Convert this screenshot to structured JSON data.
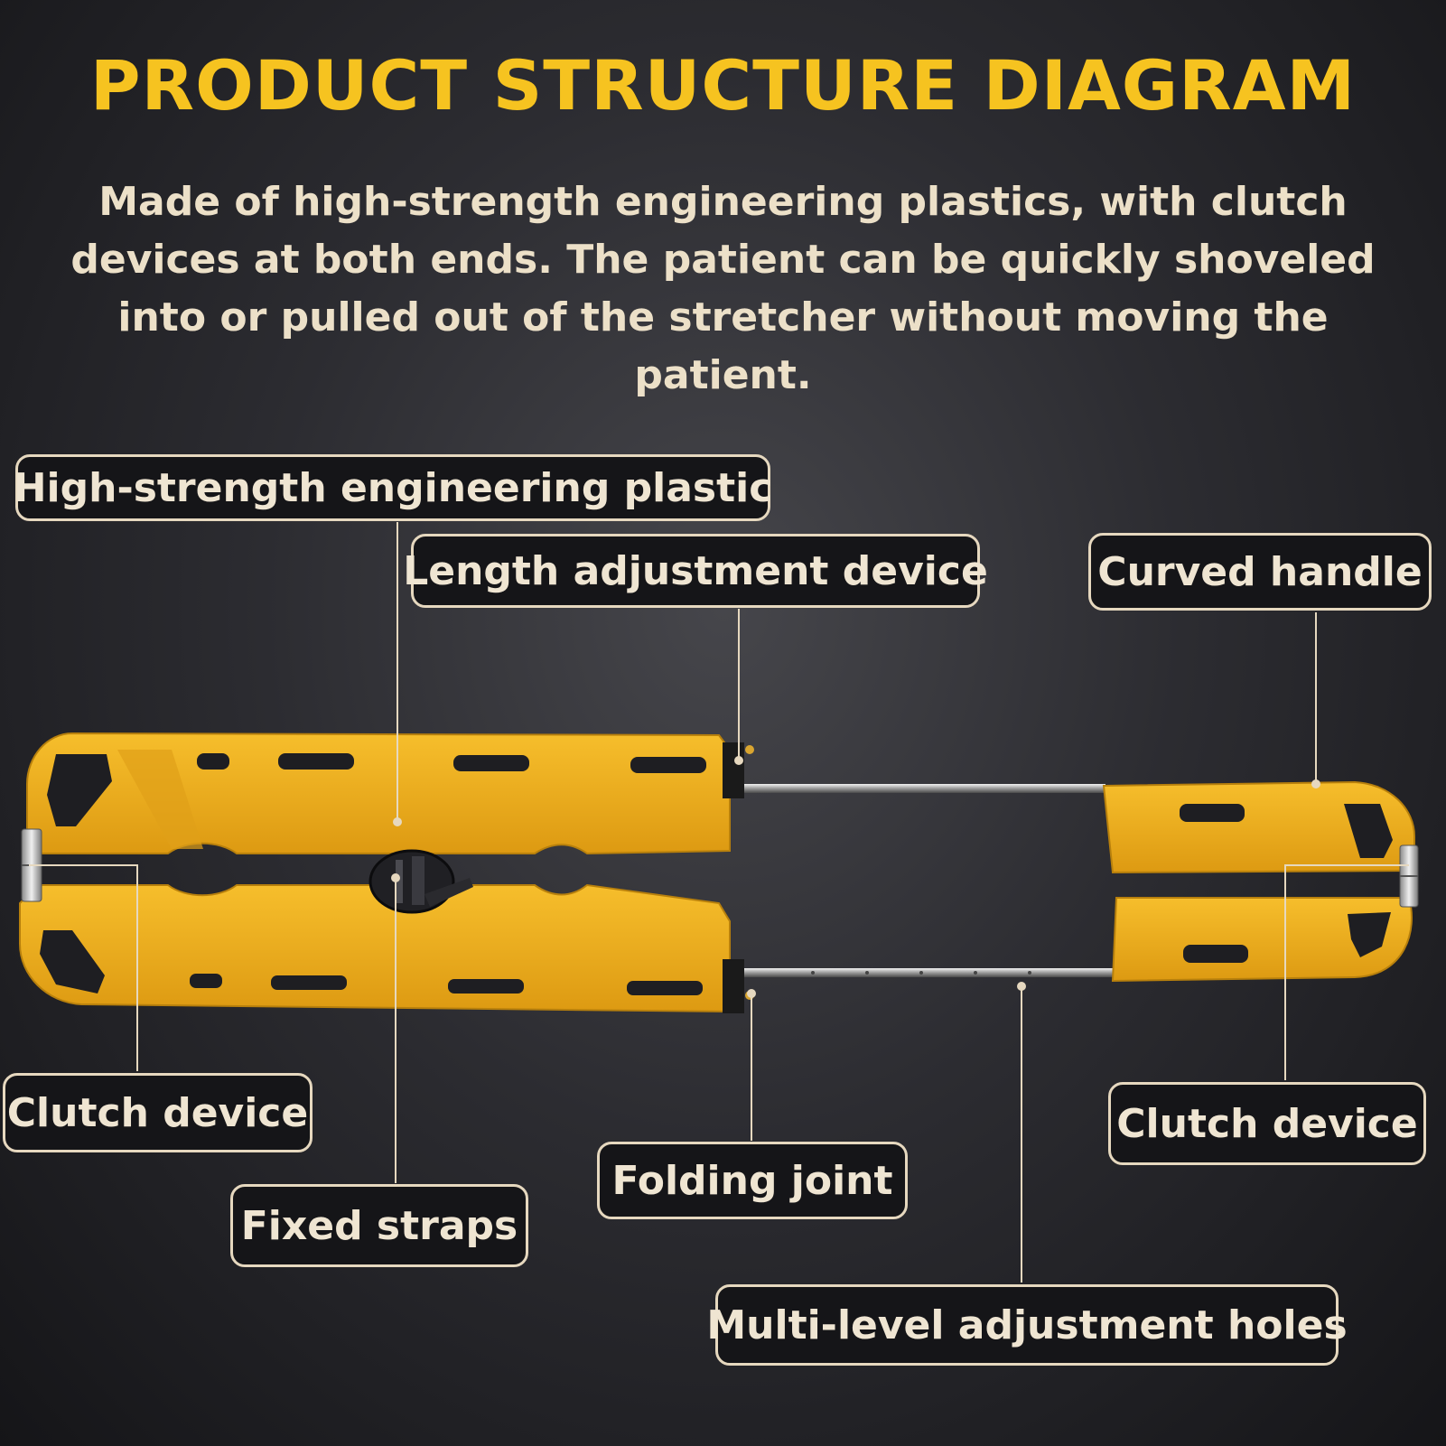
{
  "header": {
    "title": "PRODUCT STRUCTURE DIAGRAM",
    "description": "Made of high-strength engineering plastics, with clutch devices at both ends. The patient can be quickly shoveled into or pulled out of the stretcher without moving the patient."
  },
  "callouts": {
    "plastic": "High-strength engineering plastic",
    "length_adjust": "Length adjustment device",
    "curved_handle": "Curved handle",
    "clutch_left": "Clutch device",
    "fixed_straps": "Fixed straps",
    "folding_joint": "Folding joint",
    "clutch_right": "Clutch device",
    "adjust_holes": "Multi-level adjustment holes"
  },
  "colors": {
    "title": "#f6c320",
    "text": "#ece0c8",
    "stretcher": "#f0b324",
    "leader": "#e6d8bf"
  }
}
